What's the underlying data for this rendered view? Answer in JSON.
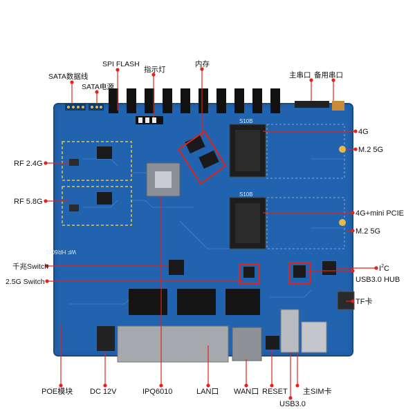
{
  "labels": {
    "sata_data": "SATA数据线",
    "sata_power": "SATA电源",
    "spi_flash": "SPI FLASH",
    "indicator": "指示灯",
    "memory": "内存",
    "serial_main": "主串口",
    "serial_backup": "备用串口",
    "rf24": "RF 2.4G",
    "rf58": "RF 5.8G",
    "gigabit_switch": "千兆Switch",
    "switch_25g": "2.5G Switch",
    "poe": "POE模块",
    "dc": "DC 12V",
    "ipq": "IPQ6010",
    "lan": "LAN口",
    "wan": "WAN口",
    "reset": "RESET",
    "sim": "主SIM卡",
    "usb30": "USB3.0",
    "usb_hub": "USB3.0 HUB",
    "tf": "TF卡",
    "i2c_base": "I",
    "i2c_sup": "2",
    "i2c_tail": "C",
    "lte": "4G",
    "m2_5g_a": "M.2 5G",
    "lte_pcie": "4G+mini PCIE",
    "m2_5g_b": "M.2 5G"
  },
  "silk": {
    "board_model": "WF HR6001",
    "slot_top": "S10B",
    "slot_bottom": "S10B"
  },
  "colors": {
    "board": "#1f5fa8",
    "annotation_red": "#e2231a",
    "annotation_line_dark": "#333333"
  }
}
